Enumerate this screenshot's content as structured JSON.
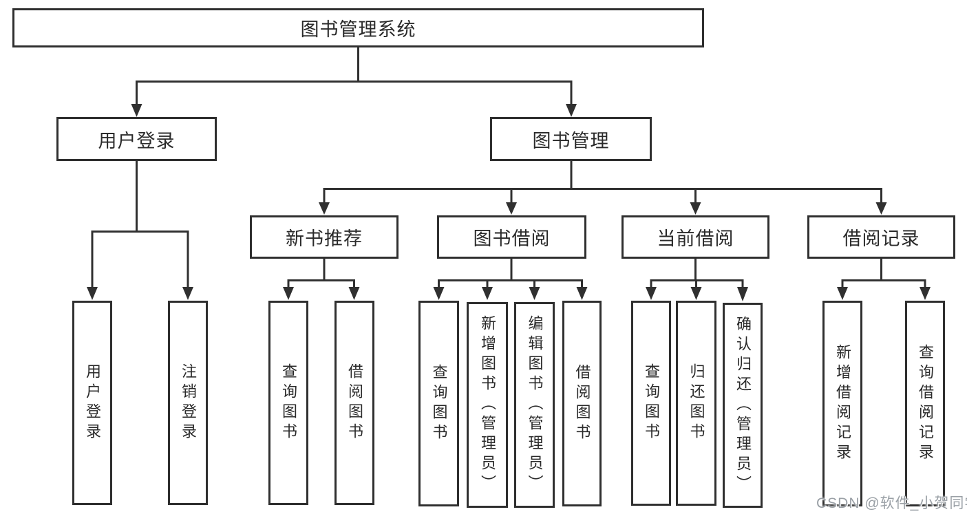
{
  "tree": {
    "label": "图书管理系统",
    "children": [
      {
        "label": "用户登录",
        "children": [
          {
            "label": "用户登录"
          },
          {
            "label": "注销登录"
          }
        ]
      },
      {
        "label": "图书管理",
        "children": [
          {
            "label": "新书推荐",
            "children": [
              {
                "label": "查询图书"
              },
              {
                "label": "借阅图书"
              }
            ]
          },
          {
            "label": "图书借阅",
            "children": [
              {
                "label": "查询图书"
              },
              {
                "label": "新增图书（管理员）"
              },
              {
                "label": "编辑图书（管理员）"
              },
              {
                "label": "借阅图书"
              }
            ]
          },
          {
            "label": "当前借阅",
            "children": [
              {
                "label": "查询图书"
              },
              {
                "label": "归还图书"
              },
              {
                "label": "确认归还（管理员）"
              }
            ]
          },
          {
            "label": "借阅记录",
            "children": [
              {
                "label": "新增借阅记录"
              },
              {
                "label": "查询借阅记录"
              }
            ]
          }
        ]
      }
    ]
  },
  "watermark": {
    "text": "CSDN @软件_小贺同学"
  },
  "colors": {
    "line": "#303030",
    "border": "#2f2f2f",
    "text": "#2a2a2a",
    "watermark": "#9aa0a6",
    "background": "#ffffff"
  }
}
